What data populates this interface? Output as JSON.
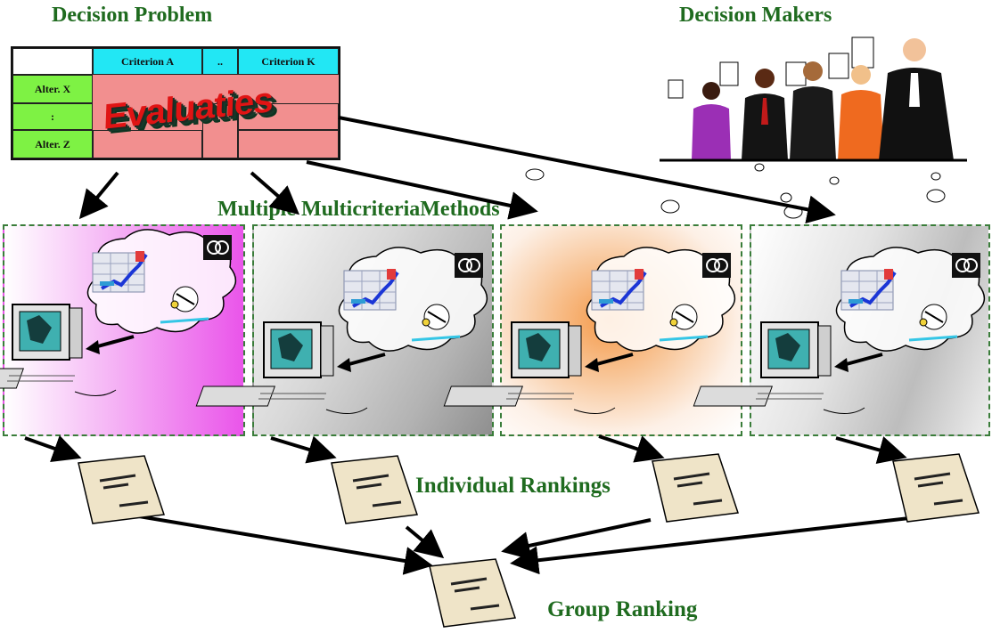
{
  "titles": {
    "decision_problem": "Decision Problem",
    "decision_makers": "Decision Makers",
    "methods": "Multiple MulticriteriaMethods",
    "individual_rankings": "Individual Rankings",
    "group_ranking": "Group Ranking"
  },
  "table": {
    "headers": [
      "Criterion A",
      "..",
      "Criterion K"
    ],
    "rows": [
      "Alter. X",
      ":",
      "Alter. Z"
    ],
    "overlay_text": "Evaluaties"
  },
  "panels": [
    {
      "name": "method-1",
      "bg": "magenta-gradient"
    },
    {
      "name": "method-2",
      "bg": "gray-gradient"
    },
    {
      "name": "method-3",
      "bg": "orange-radial"
    },
    {
      "name": "method-4",
      "bg": "light-gray-gradient"
    }
  ],
  "colors": {
    "title_green": "#1f6b1f",
    "header_cyan": "#22e7f4",
    "row_green": "#7ef244",
    "body_pink": "#f28f8f",
    "evaluaties_red": "#e01414"
  }
}
